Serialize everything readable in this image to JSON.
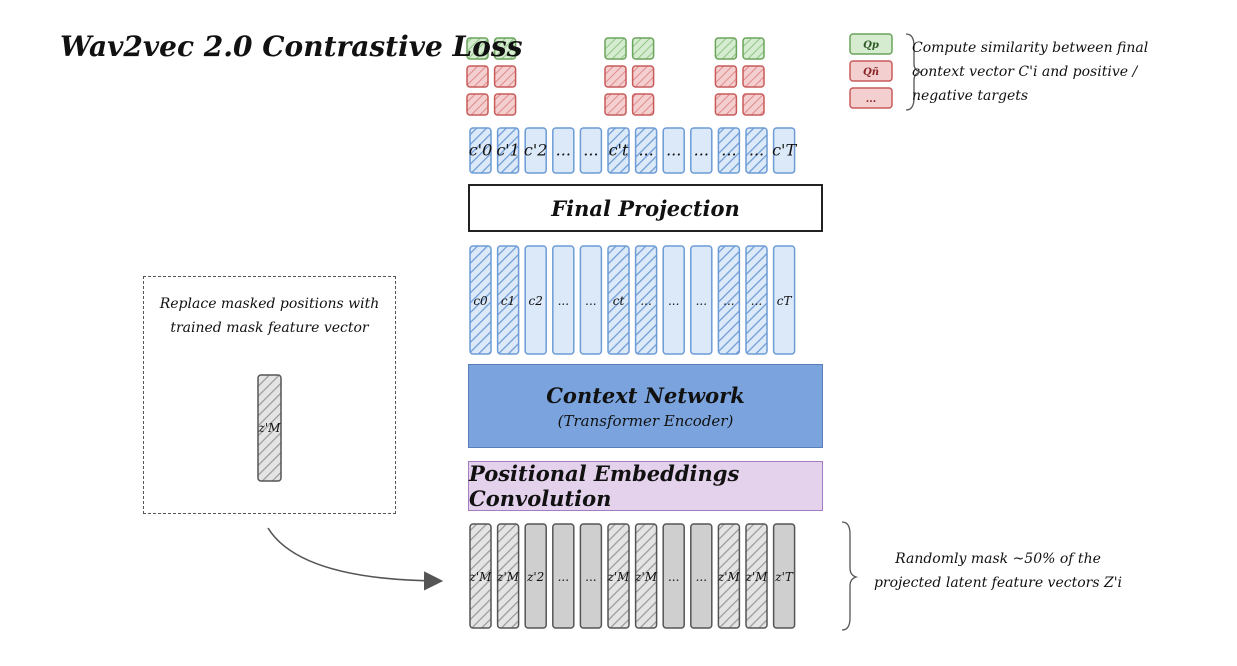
{
  "title": "Wav2vec 2.0 Contrastive Loss",
  "blocks": {
    "final_projection": "Final Projection",
    "context_network": "Context Network",
    "context_network_sub": "(Transformer Encoder)",
    "positional_embeddings": "Positional Embeddings Convolution"
  },
  "notes": {
    "similarity": "Compute similarity between final context vector C'i and positive / negative targets",
    "mask_replace": "Replace masked positions with trained mask feature vector",
    "random_mask": "Randomly mask ~50% of the projected latent feature vectors Z'i"
  },
  "mask_vector_label": "z'M",
  "legend": {
    "items": [
      {
        "label": "Qp",
        "type": "positive"
      },
      {
        "label": "Qñ",
        "type": "negative"
      },
      {
        "label": "...",
        "type": "negative"
      }
    ]
  },
  "rows": {
    "projected_context": [
      "c'0",
      "c'1",
      "c'2",
      "...",
      "...",
      "c't",
      "...",
      "...",
      "...",
      "...",
      "...",
      "c'T"
    ],
    "context": [
      "c0",
      "c1",
      "c2",
      "...",
      "...",
      "ct",
      "...",
      "...",
      "...",
      "...",
      "...",
      "cT"
    ],
    "latent": [
      "z'M",
      "z'M",
      "z'2",
      "...",
      "...",
      "z'M",
      "z'M",
      "...",
      "...",
      "z'M",
      "z'M",
      "z'T"
    ]
  },
  "masked_positions": [
    0,
    1,
    5,
    6,
    9,
    10
  ],
  "colors": {
    "green_fill": "#d6ecd0",
    "green_stroke": "#6aa35c",
    "red_fill": "#f4cfcf",
    "red_stroke": "#c85a5a",
    "blue_fill": "#dce9f9",
    "blue_stroke": "#6c9bd6",
    "gray_fill": "#cfcfcf",
    "gray_stroke": "#555555",
    "context_network": "#7ba4de",
    "positional": "#e4d2ed"
  }
}
